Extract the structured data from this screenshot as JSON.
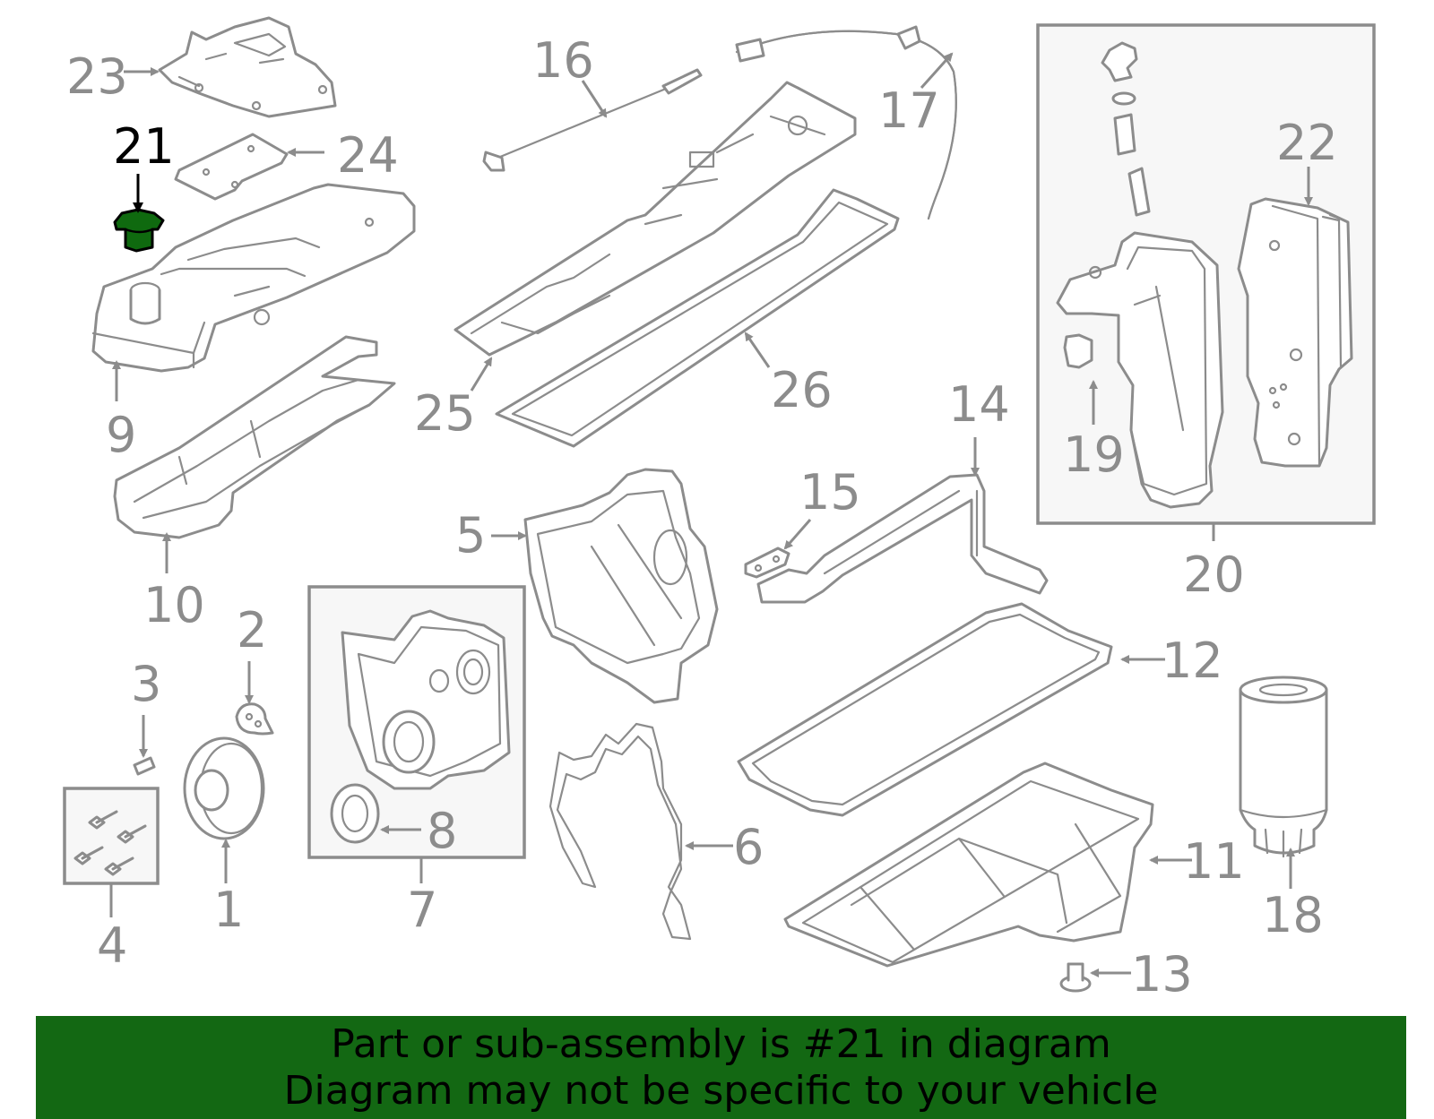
{
  "diagram": {
    "colors": {
      "line": "#8c8c8c",
      "highlight_fill": "#0f6a0f",
      "banner_bg": "#136813",
      "background": "#ffffff"
    },
    "callouts": {
      "c1": "1",
      "c2": "2",
      "c3": "3",
      "c4": "4",
      "c5": "5",
      "c6": "6",
      "c7": "7",
      "c8": "8",
      "c9": "9",
      "c10": "10",
      "c11": "11",
      "c12": "12",
      "c13": "13",
      "c14": "14",
      "c15": "15",
      "c16": "16",
      "c17": "17",
      "c18": "18",
      "c19": "19",
      "c20": "20",
      "c21": "21",
      "c22": "22",
      "c23": "23",
      "c24": "24",
      "c25": "25",
      "c26": "26"
    },
    "highlighted_part": "21"
  },
  "banner": {
    "line1": "Part or sub-assembly is #21 in diagram",
    "line2": "Diagram may not be specific to your vehicle"
  }
}
